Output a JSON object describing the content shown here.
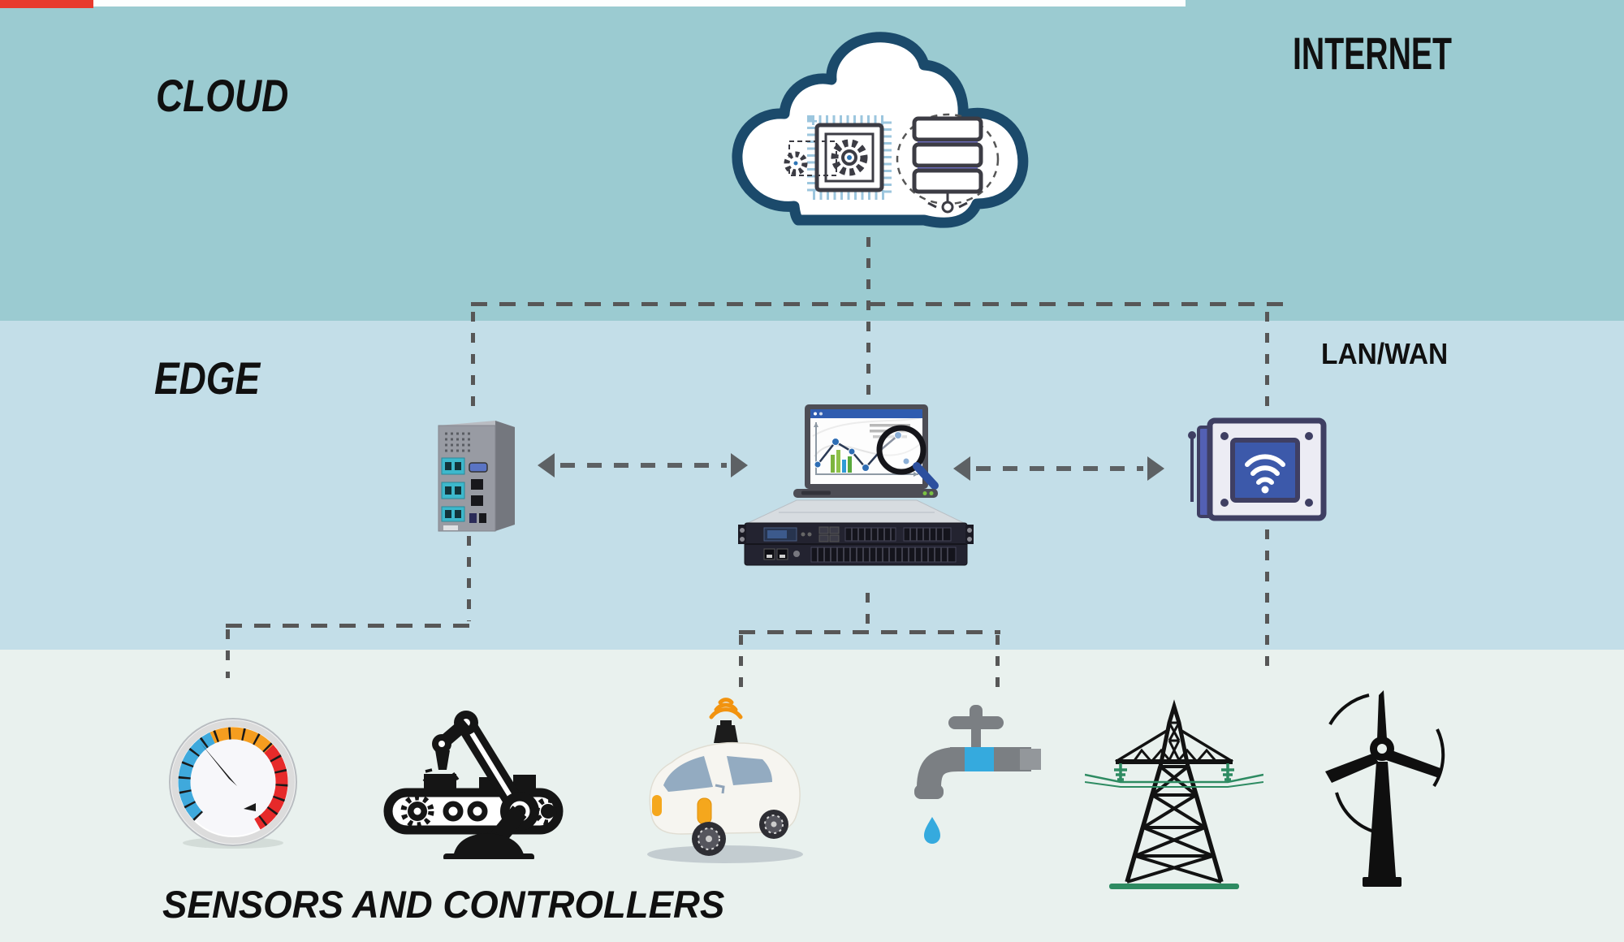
{
  "layers": {
    "cloud": {
      "label": "CLOUD",
      "network_label": "INTERNET",
      "band_color": "#9bcbd1"
    },
    "edge": {
      "label": "EDGE",
      "network_label": "LAN/WAN",
      "band_color": "#c3dee8"
    },
    "field": {
      "label": "SENSORS AND CONTROLLERS",
      "band_color": "#e9f1ee"
    }
  },
  "nodes": {
    "cloud": {
      "name": "cloud-computing",
      "icons": [
        "processor-chip-icon",
        "server-stack-icon"
      ]
    },
    "edge": [
      {
        "name": "industrial-pc"
      },
      {
        "name": "analytics-laptop-and-rack-server"
      },
      {
        "name": "wireless-gateway"
      }
    ],
    "sensors": [
      {
        "name": "pressure-gauge"
      },
      {
        "name": "robotic-arm-conveyor"
      },
      {
        "name": "autonomous-car"
      },
      {
        "name": "water-faucet"
      },
      {
        "name": "power-transmission-tower"
      },
      {
        "name": "wind-turbine"
      }
    ]
  },
  "colors": {
    "dash_line": "#575757",
    "arrow_gray": "#5d6164",
    "cloud_outline": "#1b4a6b",
    "gateway_blue": "#3c59aa",
    "ipc_port_teal": "#3db8cc",
    "gauge_blue": "#3fa9dc",
    "gauge_orange": "#f59d1f",
    "gauge_red": "#e62a2a",
    "water_blue": "#35aade",
    "signal_orange": "#f2930f",
    "grid_green": "#2e8b62",
    "chart_green_bar": "#7cb43e",
    "chart_blue_dot": "#2e6db4"
  }
}
